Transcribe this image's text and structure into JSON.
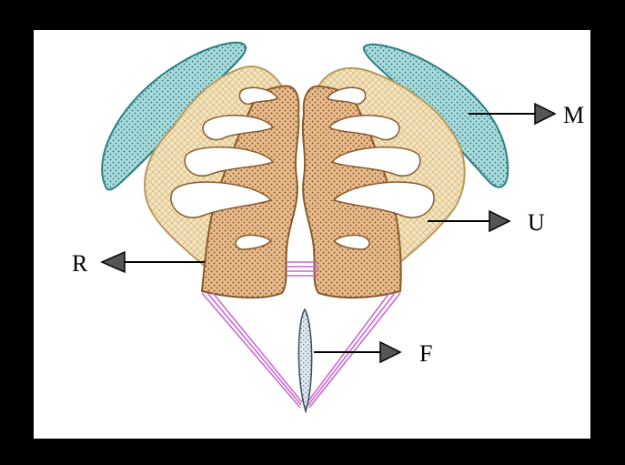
{
  "labels": {
    "m": "M",
    "u": "U",
    "r": "R",
    "f": "F"
  },
  "colors": {
    "frame": "#000000",
    "background": "#ffffff",
    "muscle_fill": "#a8dcdc",
    "muscle_stroke": "#2f7f7f",
    "cartilage_fill": "#f3dfb1",
    "cartilage_stroke": "#b89a5a",
    "bone_fill": "#e7b98a",
    "bone_stroke": "#8a5a2a",
    "ligament": "#c86ad0",
    "fin_fill": "#d8e8f2",
    "arrow_head": "#555555"
  }
}
